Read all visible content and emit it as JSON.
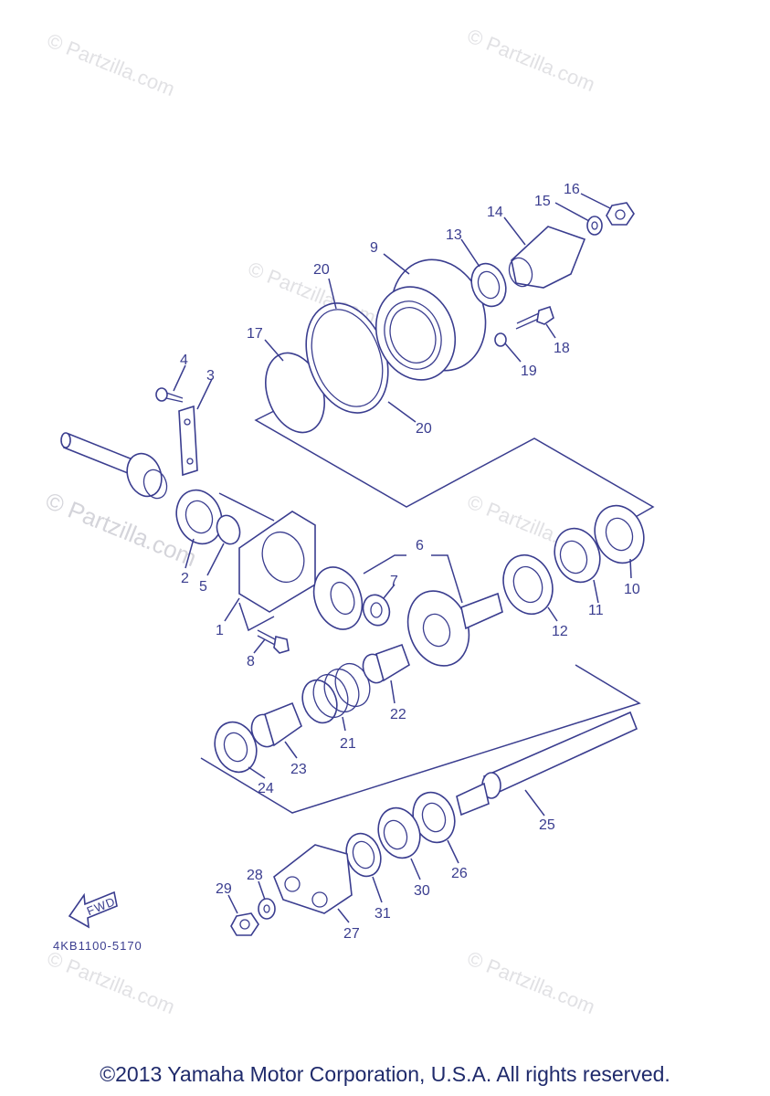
{
  "watermarks": [
    "© Partzilla.com",
    "© Partzilla.com",
    "© Partzilla.com",
    "© Partzilla.com",
    "© Partzilla.com",
    "© Partzilla.com",
    "© Partzilla.com"
  ],
  "diagram_code": "4KB1100-5170",
  "fwd_label": "FWD",
  "callouts": [
    "1",
    "2",
    "3",
    "4",
    "5",
    "6",
    "7",
    "8",
    "9",
    "10",
    "11",
    "12",
    "13",
    "14",
    "15",
    "16",
    "17",
    "18",
    "19",
    "20",
    "20",
    "21",
    "22",
    "23",
    "24",
    "25",
    "26",
    "27",
    "28",
    "29",
    "30",
    "31"
  ],
  "copyright": "©2013 Yamaha Motor Corporation, U.S.A. All rights reserved.",
  "colors": {
    "line": "#3a3d8f",
    "watermark": "#c9c9cf",
    "copyright": "#1f2a6b"
  }
}
